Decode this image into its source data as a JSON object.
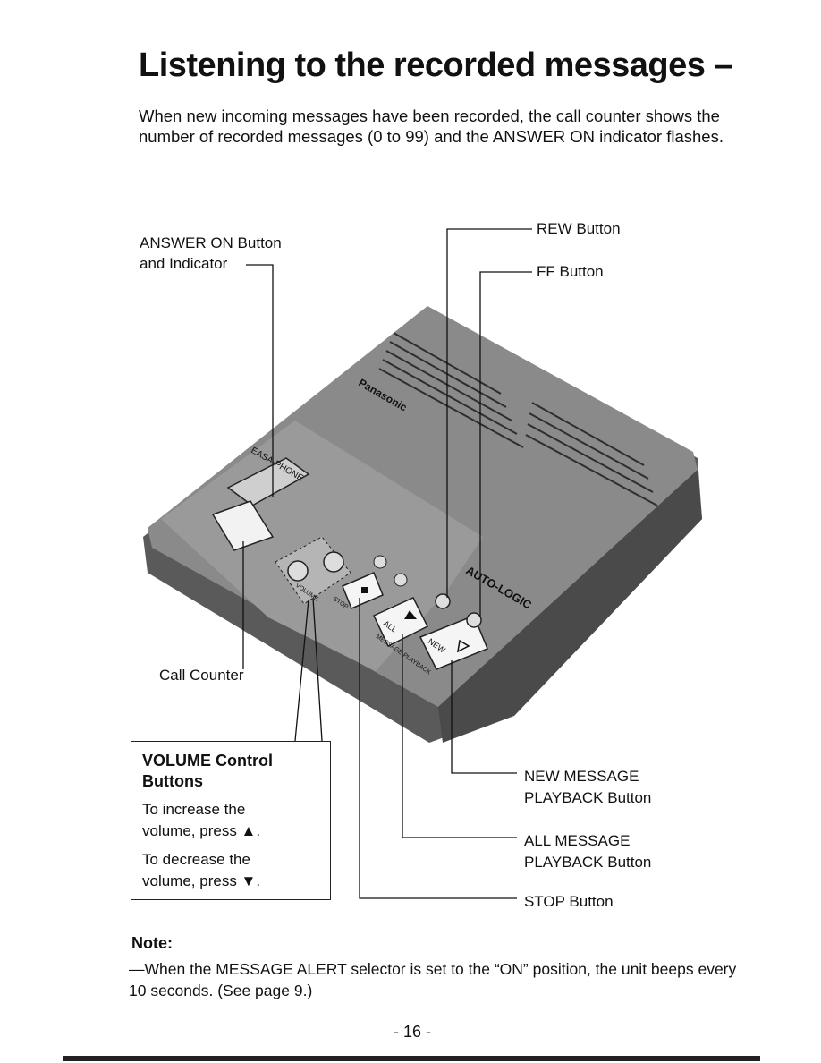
{
  "title": "Listening to the recorded messages –",
  "intro": "When new incoming messages have been recorded, the call counter shows the number of recorded messages (0 to 99) and the ANSWER ON indicator flashes.",
  "callouts": {
    "answer_on_line1": "ANSWER ON Button",
    "answer_on_line2": "and Indicator",
    "rew": "REW Button",
    "ff": "FF Button",
    "call_counter": "Call Counter",
    "new_msg_line1": "NEW MESSAGE",
    "new_msg_line2": "PLAYBACK Button",
    "all_msg_line1": "ALL MESSAGE",
    "all_msg_line2": "PLAYBACK Button",
    "stop": "STOP Button"
  },
  "volume_box": {
    "title_line1": "VOLUME Control",
    "title_line2": "Buttons",
    "increase_line1": "To increase the",
    "increase_line2": "volume, press ▲.",
    "decrease_line1": "To decrease the",
    "decrease_line2": "volume, press ▼."
  },
  "device_labels": {
    "brand": "Panasonic",
    "model": "EASA-PHONE",
    "system": "AUTO-LOGIC",
    "all": "ALL",
    "new": "NEW",
    "stop": "STOP",
    "volume": "VOLUME",
    "message_playback": "MESSAGE PLAYBACK"
  },
  "note": {
    "heading": "Note:",
    "text": "—When the MESSAGE ALERT selector is set to the “ON” position, the unit beeps every 10 seconds. (See page 9.)"
  },
  "page_number": "- 16 -",
  "colors": {
    "device_body": "#7f7f7f",
    "device_dark": "#555555",
    "ink": "#111111"
  }
}
